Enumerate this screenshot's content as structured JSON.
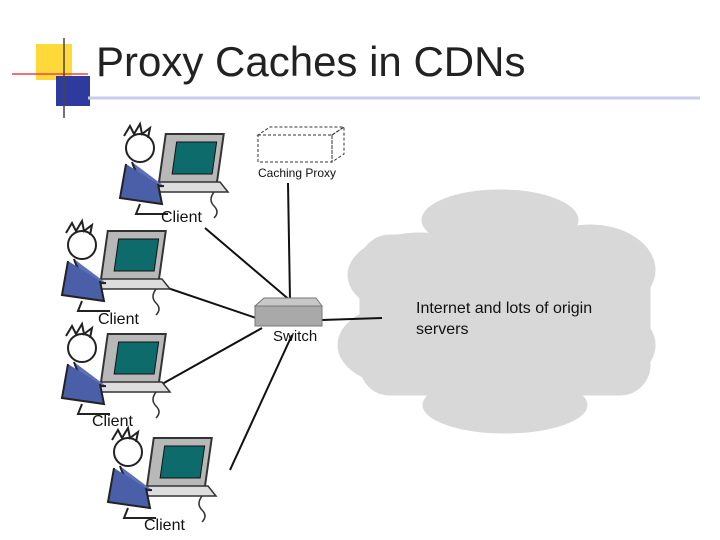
{
  "slide": {
    "title": "Proxy Caches in CDNs"
  },
  "diagram": {
    "caching_proxy_label": "Caching Proxy",
    "switch_label": "Switch",
    "cloud_label": "Internet and lots of origin servers",
    "clients": [
      {
        "label": "Client"
      },
      {
        "label": "Client"
      },
      {
        "label": "Client"
      },
      {
        "label": "Client"
      }
    ]
  },
  "colors": {
    "accent_yellow": "#FFD83A",
    "accent_blue": "#2E3A9E",
    "title_rule": "#C8CCE8",
    "cloud_fill": "#D8D8D8",
    "monitor_screen": "#0E6B6B",
    "switch_fill": "#A9A9A9"
  }
}
